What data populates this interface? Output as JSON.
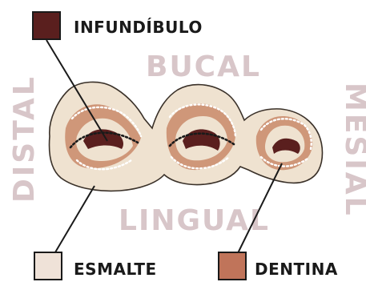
{
  "legend": {
    "infundibulo": {
      "label": "INFUNDÍBULO",
      "color": "#5a1f1e"
    },
    "esmalte": {
      "label": "ESMALTE",
      "color": "#efe2d8"
    },
    "dentina": {
      "label": "DENTINA",
      "color": "#c0745a"
    }
  },
  "directions": {
    "bucal": "BUCAL",
    "lingual": "LINGUAL",
    "distal": "DISTAL",
    "mesial": "MESIAL"
  }
}
